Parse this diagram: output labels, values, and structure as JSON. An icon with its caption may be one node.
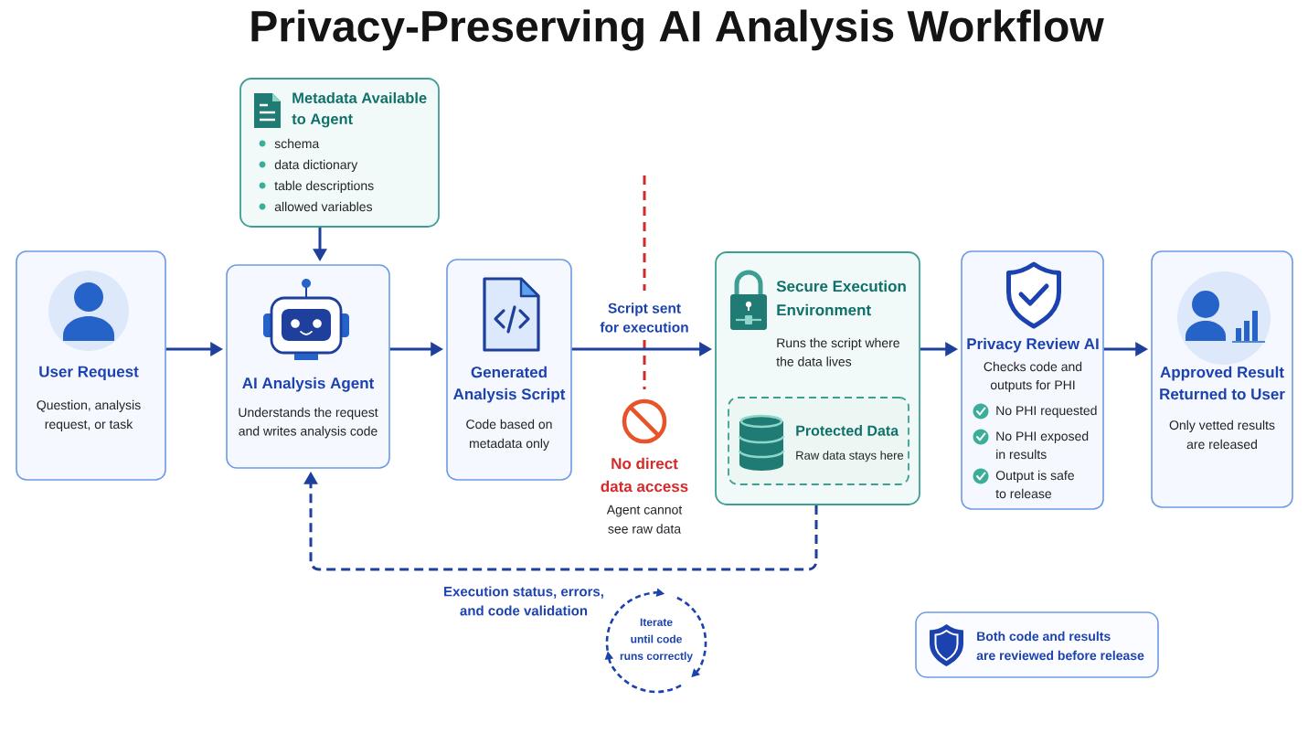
{
  "diagram": {
    "title": "Privacy-Preserving AI Analysis Workflow",
    "nodes": [
      {
        "text": [
          "Metadata Available to Agent",
          "schema",
          "data dictionary",
          "table descriptions",
          "allowed variables"
        ]
      },
      {
        "text": [
          "User Request",
          "Question, analysis request, or task"
        ]
      },
      {
        "text": [
          "AI Analysis Agent",
          "Understands the request and writes analysis code"
        ]
      },
      {
        "text": [
          "Generated Analysis Script",
          "Code based on metadata only"
        ]
      },
      {
        "text": [
          "Secure Execution Environment",
          "Runs the script where the data lives"
        ]
      },
      {
        "text": [
          "Protected Data",
          "Raw data stays here"
        ],
        "in": 4
      },
      {
        "text": [
          "Privacy Review AI",
          "Checks code and outputs for PHI",
          "No PHI requested",
          "No PHI exposed in results",
          "Output is safe to release"
        ]
      },
      {
        "text": [
          "Approved Result Returned to User",
          "Only vetted results are released"
        ]
      },
      {
        "text": [
          "Iterate until code runs correctly"
        ]
      },
      {
        "text": [
          "Both code and results are reviewed before release"
        ]
      }
    ],
    "edges": [
      {
        "from": 0,
        "to": 2,
        "arrow": "to"
      },
      {
        "from": 1,
        "to": 2,
        "arrow": "to"
      },
      {
        "from": 2,
        "to": 3,
        "arrow": "to"
      },
      {
        "from": 3,
        "to": 4,
        "arrow": "to",
        "label": "Script sent for execution"
      },
      {
        "from": 4,
        "to": 6,
        "arrow": "to"
      },
      {
        "from": 6,
        "to": 7,
        "arrow": "to"
      },
      {
        "from": 4,
        "to": 2,
        "arrow": "to",
        "style": "dashed",
        "label": "Execution status, errors, and code validation"
      }
    ],
    "labels": [
      "No direct data access",
      "Agent cannot see raw data"
    ]
  }
}
